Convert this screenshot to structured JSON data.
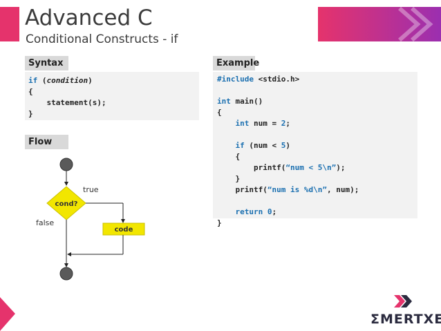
{
  "header": {
    "title": "Advanced C",
    "subtitle": "Conditional Constructs - if"
  },
  "colors": {
    "accent": "#e5336c",
    "banner_gradient": [
      "#e5336c",
      "#9b2fb0"
    ],
    "code_keyword": "#1a6fb0",
    "flow_node": "#5a5a5a",
    "flow_decision": "#f2e600",
    "flow_code_box": "#f2e600"
  },
  "syntax": {
    "label": "Syntax",
    "lines": {
      "l1_kw": "if",
      "l1_open": " (",
      "l1_cond": "condition",
      "l1_close": ")",
      "l2": "{",
      "l3": "    statement(s);",
      "l4": "}"
    }
  },
  "flow": {
    "label": "Flow",
    "decision": "cond?",
    "true_label": "true",
    "false_label": "false",
    "code_box": "code"
  },
  "example": {
    "label": "Example",
    "lines": {
      "include_kw": "#include",
      "include_arg": " <stdio.h>",
      "main_kw": "int",
      "main_rest": " main()",
      "open1": "{",
      "decl_kw": "    int",
      "decl_rest": " num = ",
      "decl_num": "2",
      "decl_end": ";",
      "if_kw": "    if",
      "if_rest1": " (num < ",
      "if_num": "5",
      "if_rest2": ")",
      "open2": "    {",
      "printf1_a": "        printf(",
      "printf1_str": "“num < 5\\n”",
      "printf1_b": ");",
      "close2": "    }",
      "printf2_a": "    printf(",
      "printf2_str": "“num is %d\\n”",
      "printf2_b": ", num);",
      "return_kw": "    return",
      "return_sp": " ",
      "return_num": "0",
      "return_end": ";",
      "close1": "}"
    }
  },
  "branding": {
    "logo_text": "MERTXE",
    "logo_sigma": "Σ"
  }
}
